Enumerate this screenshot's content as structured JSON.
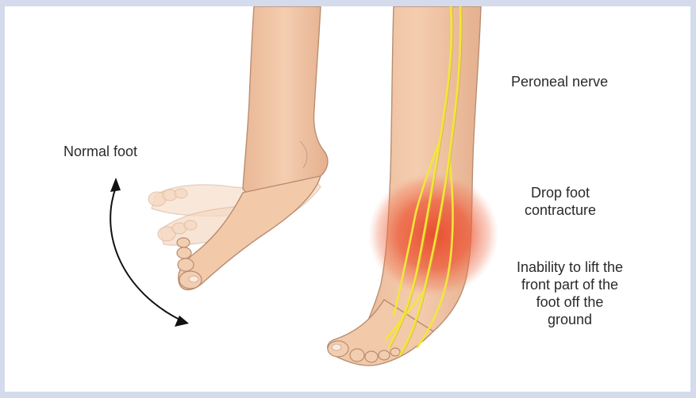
{
  "labels": {
    "normal_foot": "Normal foot",
    "peroneal_nerve": "Peroneal nerve",
    "drop_foot": [
      "Drop foot",
      "contracture"
    ],
    "inability": [
      "Inability to lift the",
      "front part of the",
      "foot off the",
      "ground"
    ]
  },
  "colors": {
    "background_border": "#d3dbec",
    "panel": "#ffffff",
    "skin": "#f2c9a9",
    "skin_outline": "#b88d72",
    "nerve": "#f3e63a",
    "inflammation": "#e8492a",
    "arrow": "#111111"
  },
  "icons": {
    "movement_arrow": "curved-double-arrow-icon"
  }
}
